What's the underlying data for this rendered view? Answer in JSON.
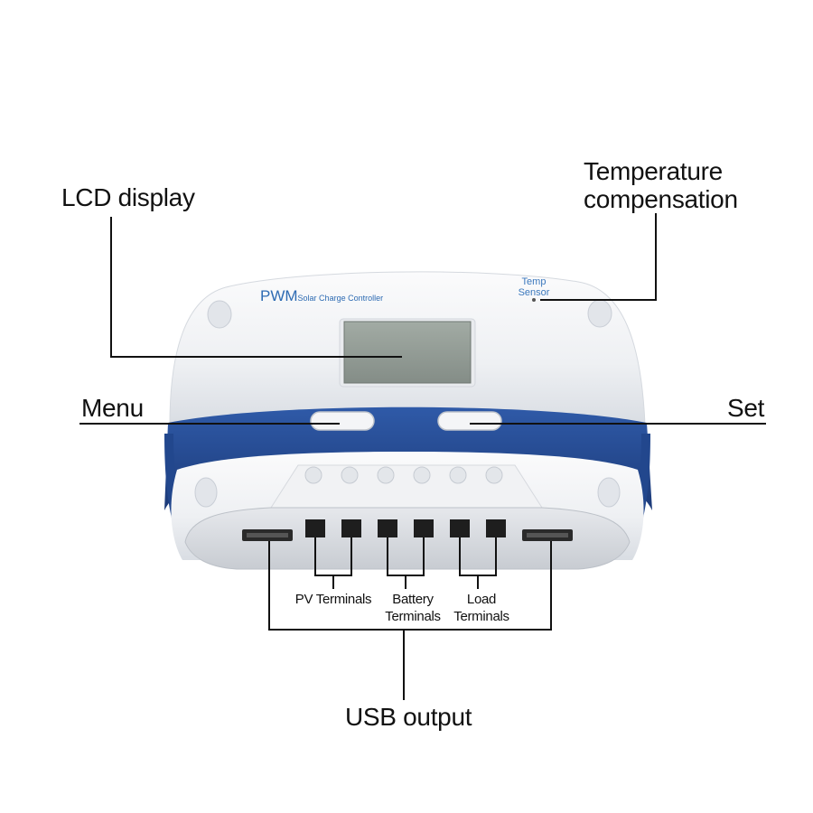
{
  "device": {
    "brand_main": "PWM",
    "brand_sub": "Solar Charge Controller",
    "temp_label_line1": "Temp",
    "temp_label_line2": "Sensor"
  },
  "callouts": {
    "lcd_display": "LCD display",
    "temperature_line1": "Temperature",
    "temperature_line2": "compensation",
    "menu": "Menu",
    "set": "Set",
    "pv_terminals": "PV Terminals",
    "battery_line1": "Battery",
    "battery_line2": "Terminals",
    "load_line1": "Load",
    "load_line2": "Terminals",
    "usb_output": "USB output"
  },
  "colors": {
    "body_white": "#f5f6f8",
    "band_blue": "#24498f",
    "lcd_screen": "#8f9992",
    "accent_text": "#2e6bb3"
  }
}
